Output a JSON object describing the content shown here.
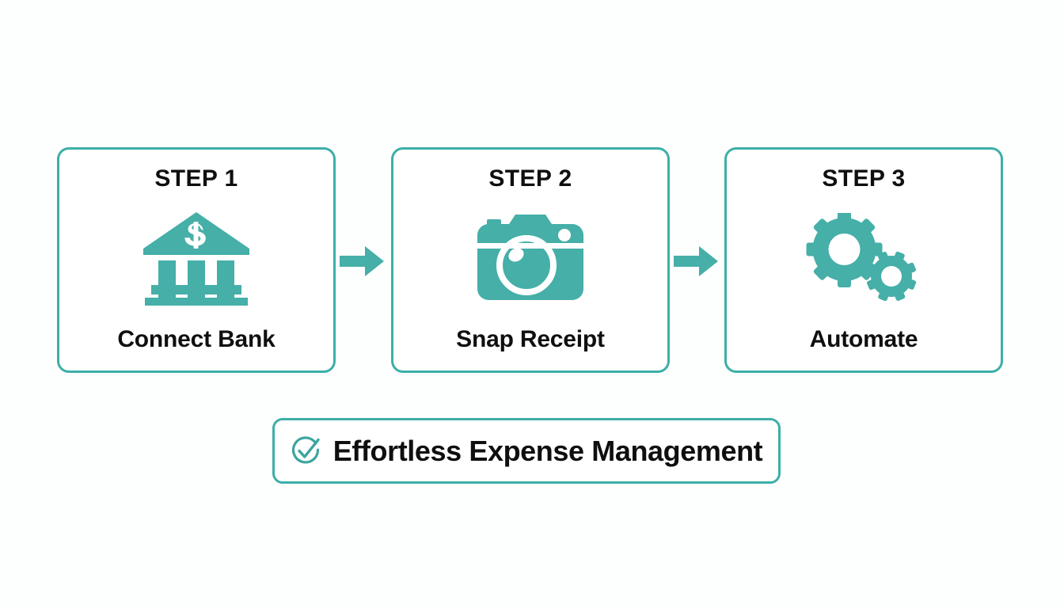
{
  "theme": {
    "background": "#fdfefe",
    "accent": "#3cafa8",
    "icon_fill": "#45afa8",
    "card_background": "#ffffff",
    "text": "#100f10"
  },
  "steps": [
    {
      "step_label": "STEP 1",
      "title": "Connect Bank",
      "icon": "bank-icon"
    },
    {
      "step_label": "STEP 2",
      "title": "Snap Receipt",
      "icon": "camera-icon"
    },
    {
      "step_label": "STEP 3",
      "title": "Automate",
      "icon": "gears-icon"
    }
  ],
  "connectors": [
    {
      "icon": "arrow-right-icon"
    },
    {
      "icon": "arrow-right-icon"
    }
  ],
  "banner": {
    "icon": "check-circle-icon",
    "text": "Effortless Expense Management"
  }
}
